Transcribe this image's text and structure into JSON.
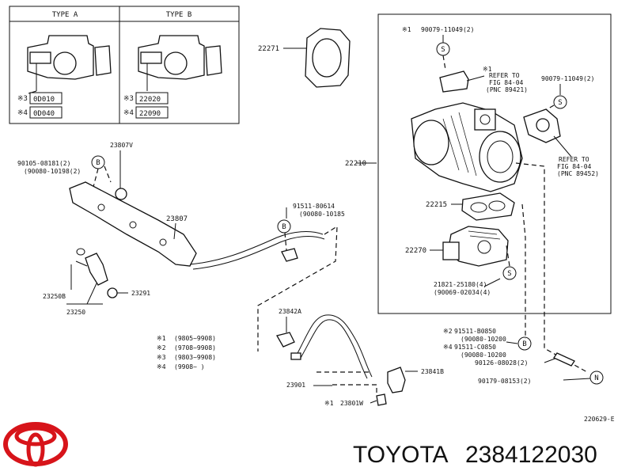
{
  "brand": {
    "name": "TOYOTA",
    "part_number": "2384122030",
    "logo_color": "#d7141a"
  },
  "diagram_code": "220629-E",
  "type_boxes": [
    {
      "title": "TYPE A",
      "codes": [
        "0D010",
        "0D040"
      ],
      "marks": [
        "※3",
        "※4"
      ]
    },
    {
      "title": "TYPE B",
      "codes": [
        "22020",
        "22090"
      ],
      "marks": [
        "※3",
        "※4"
      ]
    }
  ],
  "legend": [
    {
      "mark": "※1",
      "range": "(9805~9908)"
    },
    {
      "mark": "※2",
      "range": "(9708~9908)"
    },
    {
      "mark": "※3",
      "range": "(9803~9908)"
    },
    {
      "mark": "※4",
      "range": "(9908~      )"
    }
  ],
  "parts": {
    "p22271": "22271",
    "p22210": "22210",
    "p22215": "22215",
    "p22270": "22270",
    "p23807V": "23807V",
    "p23807": "23807",
    "p23250B": "23250B",
    "p23250": "23250",
    "p23291": "23291",
    "p23842A": "23842A",
    "p23901": "23901",
    "p23801W": "23801W",
    "p23841B": "23841B"
  },
  "labels": {
    "s1a_mark": "※1",
    "s1a_num": "90079-11049(2)",
    "s1_refer_mark": "※1",
    "refer1": [
      "REFER TO",
      "FIG 84-04",
      "(PNC 89421)"
    ],
    "s_top_right": "90079-11049(2)",
    "refer2": [
      "REFER TO",
      "FIG 84-04",
      "(PNC 89452)"
    ],
    "bolt_a": [
      "90105-08181(2)",
      "(90080-10198(2)"
    ],
    "clamp_b": [
      "91511-80614",
      "(90080-10185"
    ],
    "screw_s": [
      "21821-25180(4)",
      "(90069-02034(4)"
    ],
    "s2_mark": "※2",
    "s2_num": "91511-B0850",
    "s2_alt": "(90080-10200",
    "s4_mark": "※4",
    "s4_num": "91511-C0850",
    "s4_alt": "(90080-10200",
    "stud": "90126-08028(2)",
    "nut_n": "90179-08153(2)",
    "s1_hose_mark": "※1"
  },
  "callouts": {
    "S": "S",
    "B": "B",
    "N": "N"
  }
}
